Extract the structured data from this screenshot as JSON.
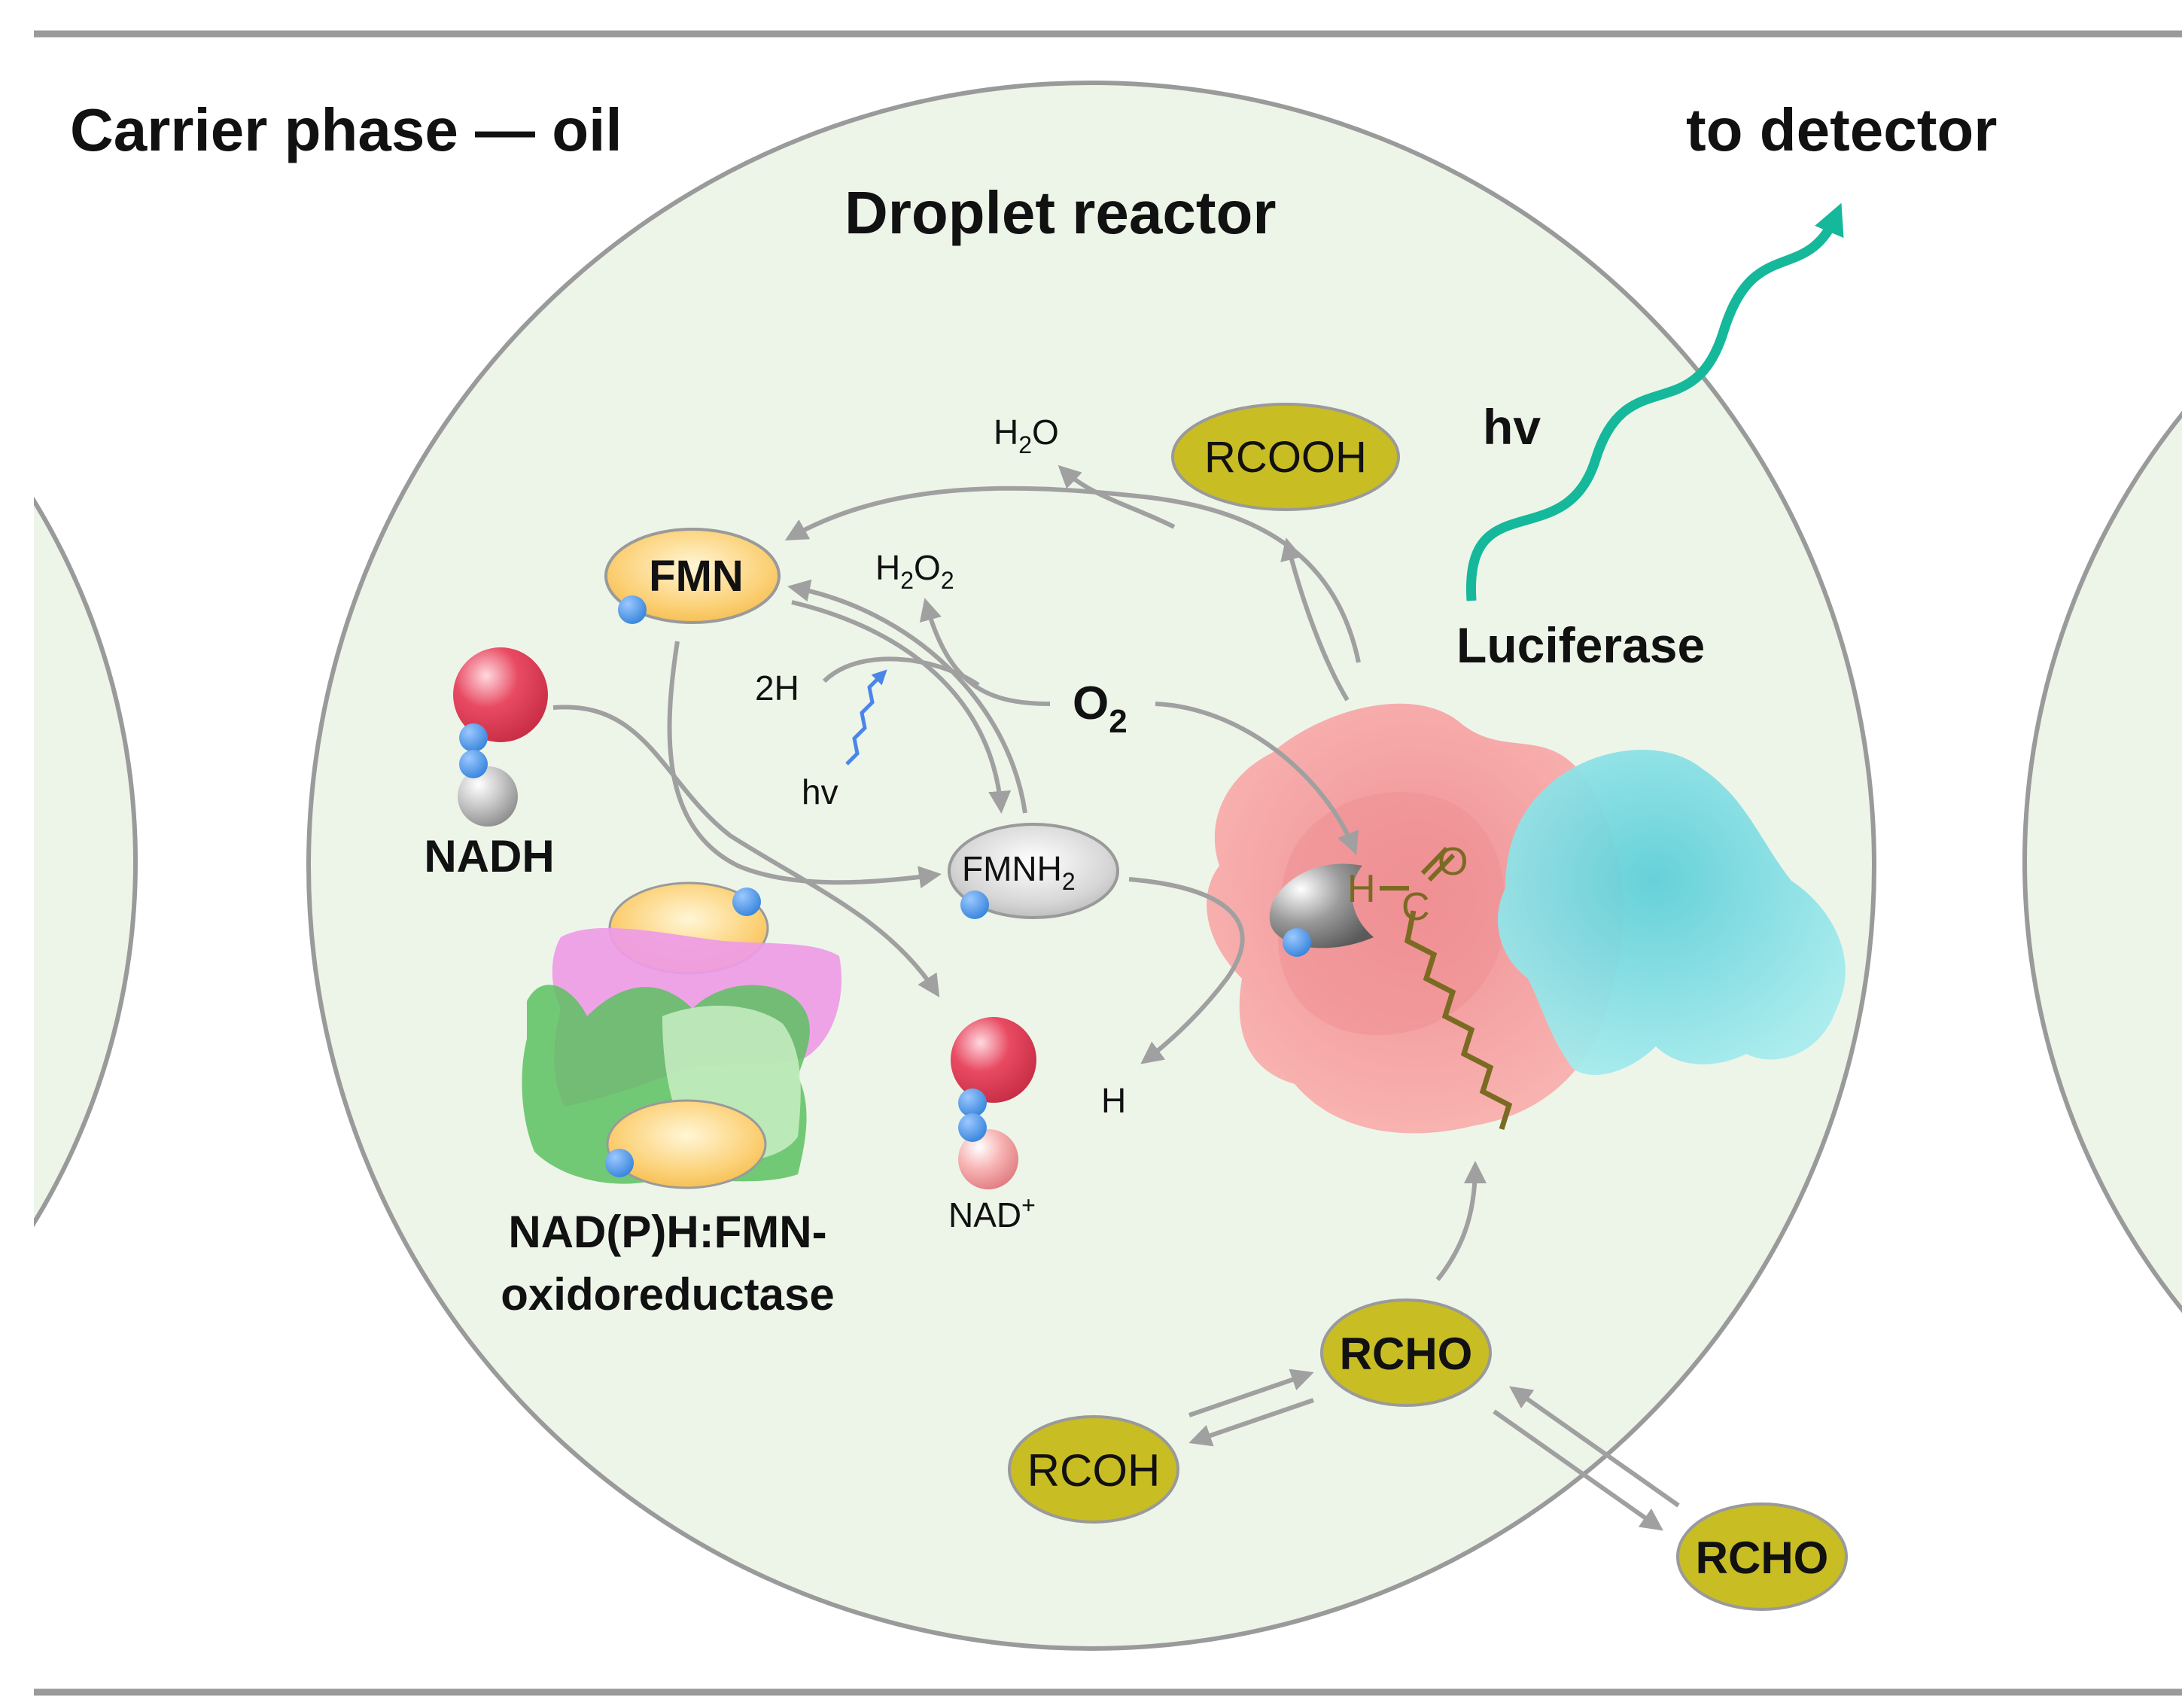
{
  "labels": {
    "carrier": "Carrier phase — oil",
    "detector": "to detector",
    "droplet": "Droplet reactor",
    "hv_big": "hv",
    "luciferase": "Luciferase",
    "fmn": "FMN",
    "h2o_h": "H",
    "h2o_sub": "2",
    "h2o_o": "O",
    "h2o2_h": "H",
    "h2o2_sub1": "2",
    "h2o2_o": "O",
    "h2o2_sub2": "2",
    "two_h": "2H",
    "hv_small": "hv",
    "o2_o": "O",
    "o2_sub": "2",
    "nadh": "NADH",
    "fmnh2_main": "FMNH",
    "fmnh2_sub": "2",
    "enzyme_line1": "NAD(P)H:FMN-",
    "enzyme_line2": "oxidoreductase",
    "nad_main": "NAD",
    "nad_sup": "+",
    "h_single": "H",
    "aldehyde_h": "H",
    "aldehyde_c": "C",
    "aldehyde_o": "O",
    "rcooh": "RCOOH",
    "rcho_inner": "RCHO",
    "rcoh": "RCOH",
    "rcho_outer": "RCHO"
  },
  "colors": {
    "droplet_fill": "#edf5e9",
    "stroke_gray": "#999999",
    "arrow_gray": "#a0a0a0",
    "hv_wave": "#15b89a",
    "hv_small_wave": "#4a86e8",
    "olive": "#c9bd24",
    "fmn_fill": "#fcc45a",
    "red_sphere": "#e0405a",
    "luciferase_pink": "#f5a0a0",
    "luciferase_cyan": "#7ed9e0",
    "aldehyde_brown": "#7a6a22",
    "blue_dot": "#3f8ee0"
  }
}
